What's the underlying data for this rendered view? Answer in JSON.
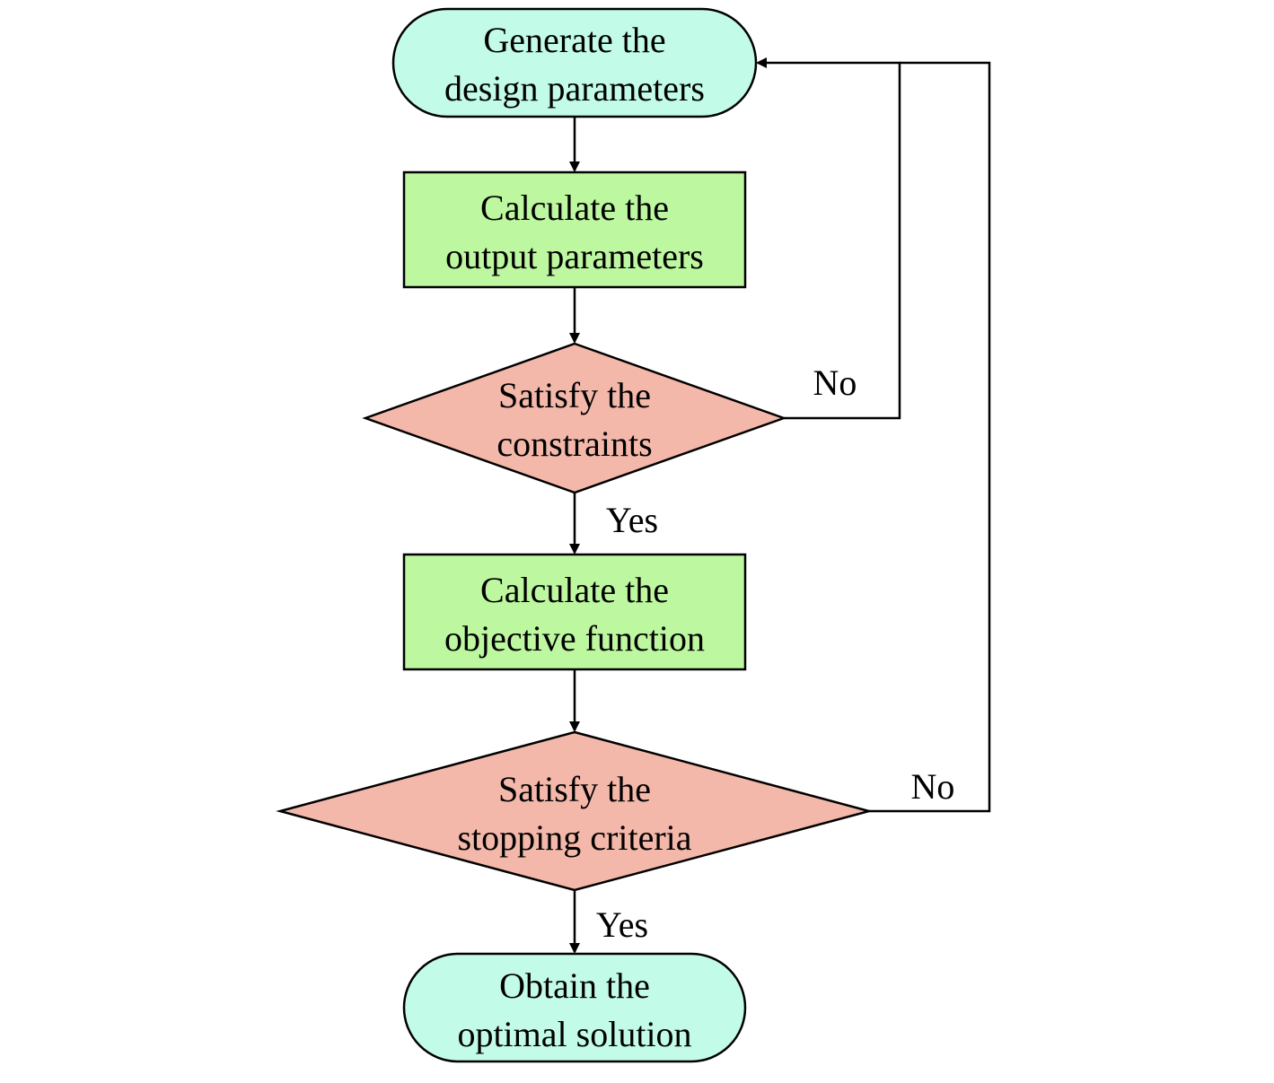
{
  "nodes": {
    "start": {
      "line1": "Generate the",
      "line2": "design parameters"
    },
    "calc_output": {
      "line1": "Calculate the",
      "line2": "output parameters"
    },
    "check_constraints": {
      "line1": "Satisfy the",
      "line2": "constraints"
    },
    "calc_objective": {
      "line1": "Calculate the",
      "line2": "objective function"
    },
    "check_stopping": {
      "line1": "Satisfy the",
      "line2": "stopping criteria"
    },
    "end": {
      "line1": "Obtain the",
      "line2": "optimal solution"
    }
  },
  "edge_labels": {
    "constraints_no": "No",
    "constraints_yes": "Yes",
    "stopping_no": "No",
    "stopping_yes": "Yes"
  },
  "colors": {
    "terminal_fill": "#c2fbe8",
    "process_fill": "#bdf7a0",
    "decision_fill": "#f4b8aa",
    "stroke": "#000000"
  }
}
